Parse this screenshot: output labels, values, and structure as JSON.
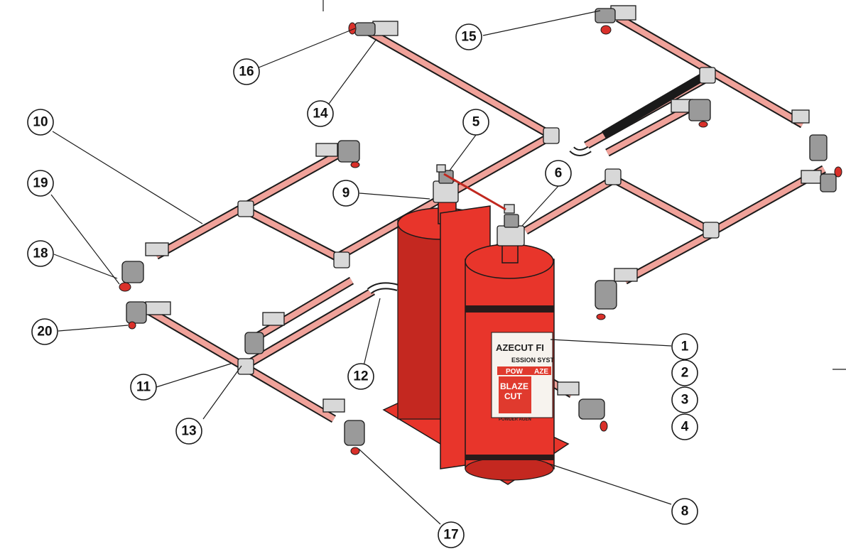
{
  "diagram": {
    "balloons": [
      "1",
      "2",
      "3",
      "4",
      "5",
      "6",
      "8",
      "9",
      "10",
      "11",
      "12",
      "13",
      "14",
      "15",
      "16",
      "17",
      "18",
      "19",
      "20"
    ]
  },
  "cylinder_label": {
    "line1": "AZECUT FI",
    "line2": "ESSION SYST",
    "band": "POW",
    "band2": "AZE",
    "logo1": "BLAZE",
    "logo2": "CUT",
    "footer": "POWDER AGEN"
  },
  "colors": {
    "pipe": "#f0a29a",
    "cylinder": "#e8352b",
    "fitting": "#d8d8d8"
  }
}
